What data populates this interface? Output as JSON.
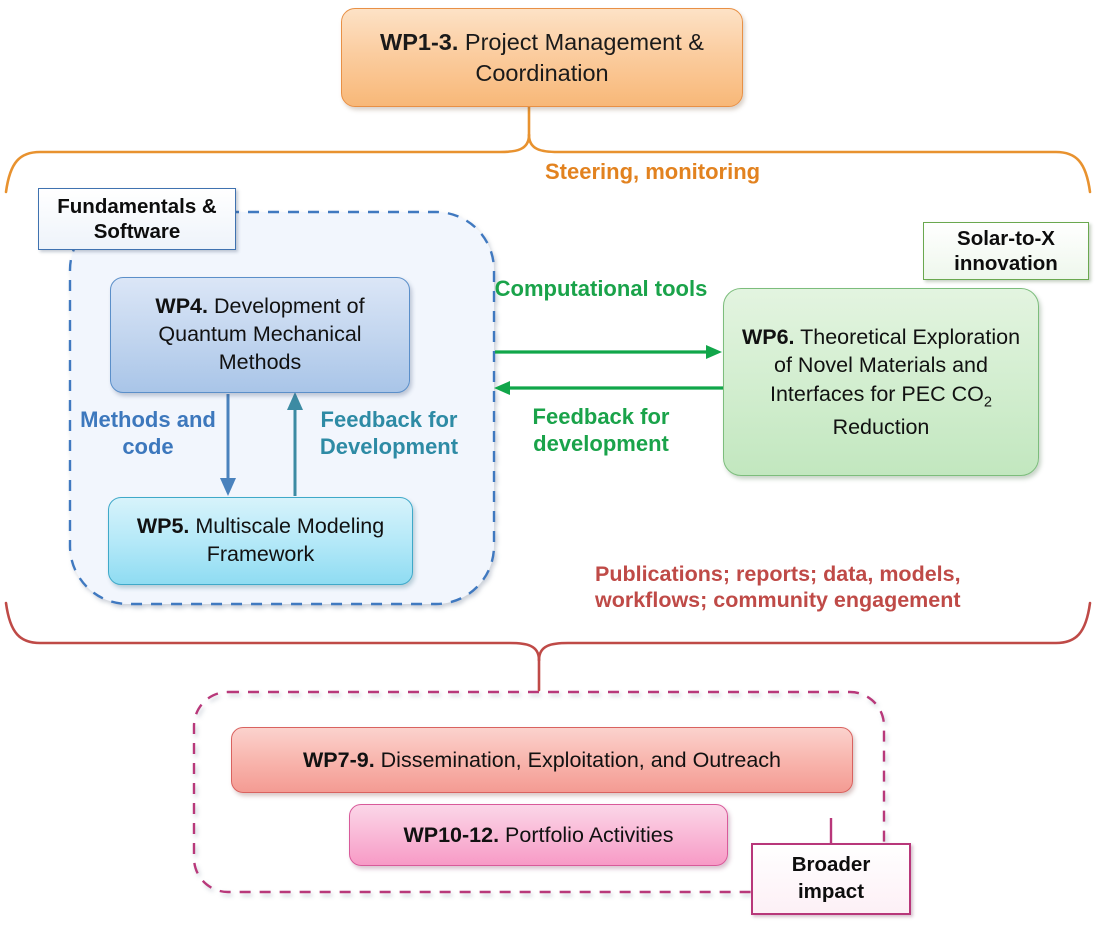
{
  "diagram": {
    "title": "Project work package structure",
    "colors": {
      "orange": "#e2821f",
      "green": "#1aa34a",
      "blue": "#3d78bd",
      "teal": "#2e8ba5",
      "red": "#bf4a47",
      "magenta": "#b8377a"
    }
  },
  "boxes": {
    "wp13": {
      "code": "WP1-3.",
      "text": " Project Management & Coordination"
    },
    "wp4": {
      "code": "WP4.",
      "text": " Development of Quantum Mechanical Methods"
    },
    "wp5": {
      "code": "WP5.",
      "text": " Multiscale Modeling Framework"
    },
    "wp6": {
      "code": "WP6.",
      "text": " Theoretical Exploration of Novel Materials and Interfaces for PEC CO",
      "sub": "2",
      "text_tail": " Reduction"
    },
    "wp79": {
      "code": "WP7-9.",
      "text": " Dissemination, Exploitation, and Outreach"
    },
    "wp1012": {
      "code": "WP10-12.",
      "text": " Portfolio Activities"
    }
  },
  "tags": {
    "fundamentals": "Fundamentals & Software",
    "solar": "Solar-to-X innovation",
    "broader": "Broader impact"
  },
  "labels": {
    "steering": "Steering, monitoring",
    "computational_tools": "Computational tools",
    "feedback_for_development_green": "Feedback for development",
    "methods_and_code": "Methods and code",
    "feedback_for_development_blue": "Feedback for Development",
    "publications": "Publications; reports; data, models, workflows; community engagement"
  }
}
